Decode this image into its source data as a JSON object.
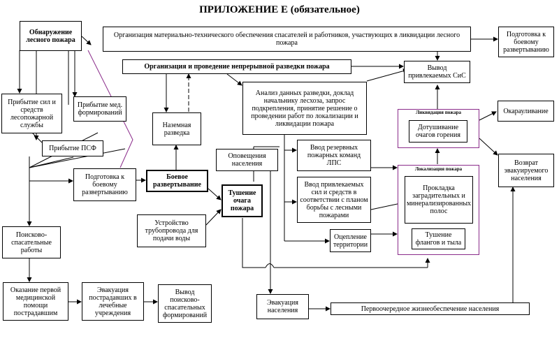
{
  "title": "ПРИЛОЖЕНИЕ Е (обязательное)",
  "nodes": {
    "detect": "Обнаружение лесного пожара",
    "org_supply": "Организация материально-технического обеспечения спасателей и работников, участвующих в ликвидации лесного пожара",
    "prep_top": "Подготовка к боевому развертыванию",
    "recon": "Организация и проведение непрерывной разведки пожара",
    "withdraw": "Вывод привлекаемых СиС",
    "arrive_forest": "Прибытие сил и средств лесопожарной службы",
    "arrive_med": "Прибытие мед. формирований",
    "analysis": "Анализ данных разведки, доклад начальнику лесхоза, запрос подкрепления, принятие решение о проведении работ по локализации и ликвидации пожара",
    "liquidation_tag": "Ликвидация пожара",
    "liquidation": "Дотушивание очагов горения",
    "trench": "Окарауливание",
    "ground_recon": "Наземная разведка",
    "arrive_psf": "Прибытие ПСФ",
    "notify": "Оповещения населения",
    "reserve": "Ввод резервных пожарных команд ЛПС",
    "return_pop": "Возврат эвакуируемого населения",
    "prep_mid": "Подготовка к боевому развертыванию",
    "deploy": "Боевое развертывание",
    "extinguish": "Тушение очага пожара",
    "introduce": "Ввод привлекаемых сил и средств в соответствии с планом борьбы с лесными пожарами",
    "localization_tag": "Локализация пожара",
    "strips": "Прокладка заградительных и минерализированных полос",
    "pipeline": "Устройство трубопровода для подачи воды",
    "cordon": "Оцепление территории",
    "flanks": "Тушение флангов и тыла",
    "search": "Поисково-спасательные работы",
    "first_aid": "Оказание первой медицинской помощи пострадавшим",
    "evac_injured": "Эвакуация пострадавших в лечебные учреждения",
    "withdraw_psf": "Вывод поисково-спасательных формирований",
    "evac_pop": "Эвакуация населения",
    "life_support": "Первоочередное жизнеобеспечение населения"
  },
  "colors": {
    "line": "#000000",
    "accent": "#8a2b8a"
  }
}
